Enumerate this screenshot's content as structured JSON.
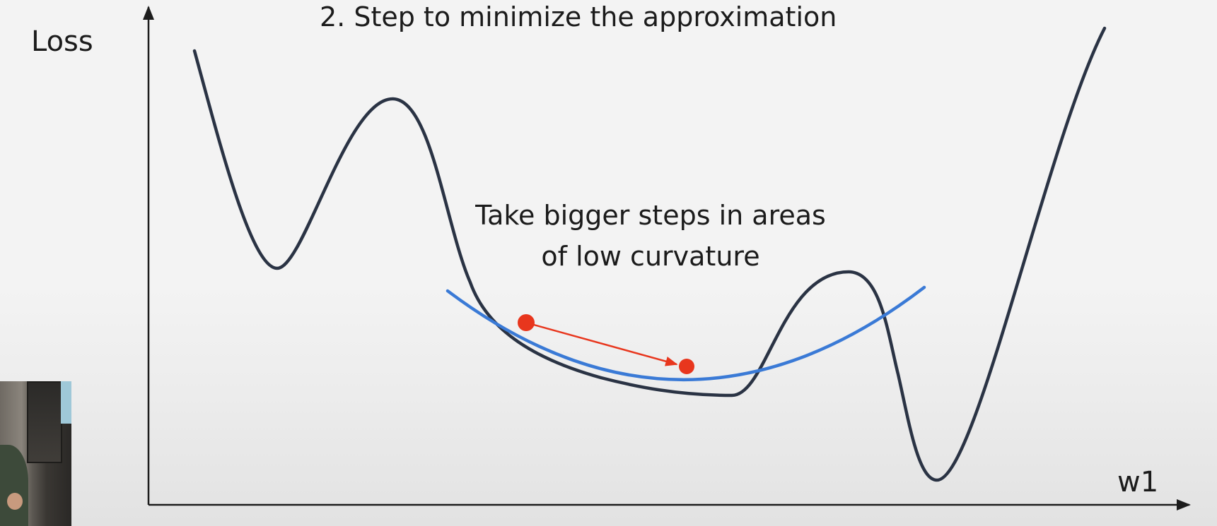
{
  "slide": {
    "title": "2. Step to minimize the approximation",
    "y_axis_label": "Loss",
    "x_axis_label": "w1",
    "annotation_lines": [
      "Take bigger steps in areas",
      "of low curvature"
    ]
  },
  "colors": {
    "loss_curve": "#2a3344",
    "quadratic_approximation": "#3a7ad6",
    "step_points": "#e8361d",
    "step_arrow": "#e8361d",
    "axes": "#1c1c1c"
  }
}
